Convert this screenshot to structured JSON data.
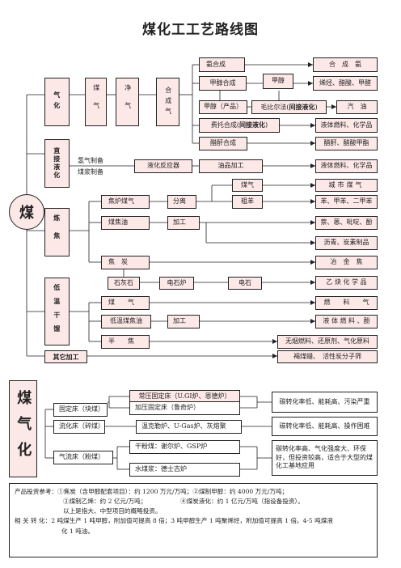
{
  "title": "煤化工工艺路线图",
  "coal": "煤",
  "gasification": {
    "label": "气化",
    "coal_col": "煤气",
    "clean_col": "净气",
    "syngas_col": "合成气",
    "routes": [
      {
        "process": "氨合成",
        "product": "合　成　氨"
      },
      {
        "process": "甲醇合成",
        "mid": "甲醇",
        "product": "烯烃、醋酸、甲醛"
      },
      {
        "process": "甲醇（产品）",
        "mid": "毛比尔法(",
        "mid_bold": "间接液化",
        "mid_tail": ")",
        "product": "汽　油"
      },
      {
        "process": "费托合成(",
        "process_bold": "间接液化",
        "process_tail": ")",
        "product": "液体燃料、化学品"
      },
      {
        "process": "醋酐合成",
        "product": "醋酐、醋酸甲酯"
      }
    ]
  },
  "direct_liquefaction": {
    "label": "直接液化",
    "steps": [
      "氢气制备",
      "煤浆制备"
    ],
    "reactor": "液化反应器",
    "upgrade": "油品加工",
    "product": "液体燃料、化学品"
  },
  "coking": {
    "label": "炼焦",
    "coke_gas": "焦炉煤气",
    "separate": "分离",
    "gas": "煤气",
    "city_gas": "城市煤气",
    "crude_benzene": "粗苯",
    "benzene_products": "苯、甲苯、二甲苯",
    "tar": "煤焦油",
    "process": "加工",
    "tar_products": "萘、蒽、吡啶、酚",
    "pitch": "沥青、炭素制品",
    "coke": "焦　炭",
    "coke_product": "冶　金　焦",
    "limestone": "石灰石",
    "arc_furnace": "电石炉",
    "carbide": "电石",
    "carbide_product": "乙 炔 化 学 品"
  },
  "low_temp": {
    "label": "低温干馏",
    "gas": "煤　　气",
    "gas_product": "燃　　料　　气",
    "tar": "低温煤焦油",
    "process": "加工",
    "tar_product": "液 体 燃 料 、酚",
    "semicoke": "半　　焦",
    "semicoke_product": "无烟燃料、还原剂、气化原料"
  },
  "other": {
    "label": "其它加工",
    "product": "褐煤蜡、　活性炭分子筛"
  },
  "gasifier": {
    "label": "煤气化",
    "groups": [
      {
        "type": "固定床（块煤）",
        "items": [
          "常压固定床（U.GI炉、恩德炉）",
          "加压固定床（鲁奇炉）"
        ],
        "feature": "碳转化率低、能耗高、污染严重"
      },
      {
        "type": "流化床（碎煤）",
        "items": [
          "温克勒炉、U-Gas炉、灰熔聚"
        ],
        "feature": "碳转化率低、能耗高、操作困难"
      },
      {
        "type": "气流床（粉煤）",
        "items": [
          "干粉煤：谢尔炉、GSP炉",
          "水煤浆：德士古炉"
        ],
        "feature": "碳转化率高、气化强度大、环保好，但投资较高，适合于大型的煤化工基地应用"
      }
    ]
  },
  "notes": {
    "line1": "产品投资参考：①焦炭（含甲醇配套项目）：约 1200 万元/万吨；②煤制甲醇：约 4000 万元/万吨；",
    "line2": "③煤制乙烯：约 2 亿元/万吨；　　　　　　④煤炭液化：约 1 亿元/万吨（指设备投资）。",
    "line3": "以上是指大、中型项目的概略投资。",
    "line4": "相 关 转 化：2 吨煤生产 1 吨甲醇，附加值可提高 8 倍；3 吨甲醇生产 1 吨聚烯烃，附加值可提高 1 倍。4-5 吨煤液",
    "line5": "化 1 吨油。"
  }
}
